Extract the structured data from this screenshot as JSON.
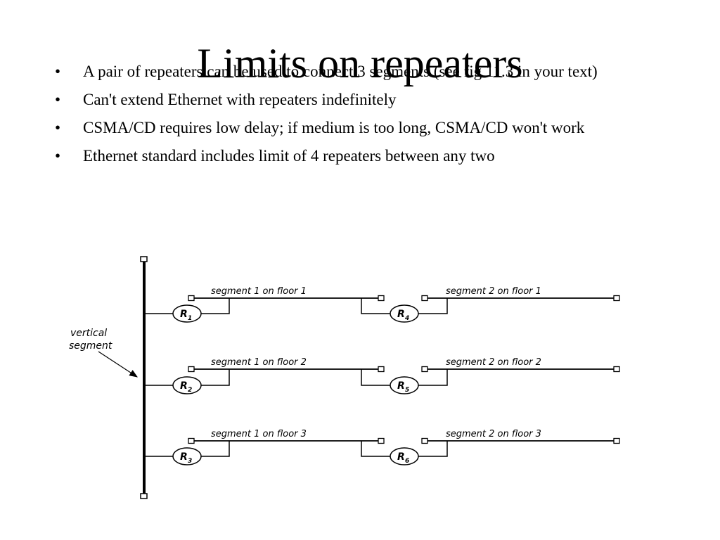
{
  "slide": {
    "title": "Limits on repeaters",
    "bullets": [
      "A pair of repeaters can be used to connect 3 segments (see fig 11.3 in your text)",
      "Can't extend Ethernet with repeaters indefinitely",
      "CSMA/CD requires low delay; if medium is too long, CSMA/CD won't work",
      "Ethernet standard includes limit of 4 repeaters between any two"
    ],
    "bullet_glyph": "•"
  },
  "diagram": {
    "vertical_label_line1": "vertical",
    "vertical_label_line2": "segment",
    "floors": [
      {
        "segment1": "segment 1 on floor 1",
        "segment2": "segment 2 on floor 1",
        "repeater_left": "R",
        "repeater_left_sub": "1",
        "repeater_right": "R",
        "repeater_right_sub": "4"
      },
      {
        "segment1": "segment 1 on floor 2",
        "segment2": "segment 2 on floor 2",
        "repeater_left": "R",
        "repeater_left_sub": "2",
        "repeater_right": "R",
        "repeater_right_sub": "5"
      },
      {
        "segment1": "segment 1 on floor 3",
        "segment2": "segment 2 on floor 3",
        "repeater_left": "R",
        "repeater_left_sub": "3",
        "repeater_right": "R",
        "repeater_right_sub": "6"
      }
    ]
  }
}
